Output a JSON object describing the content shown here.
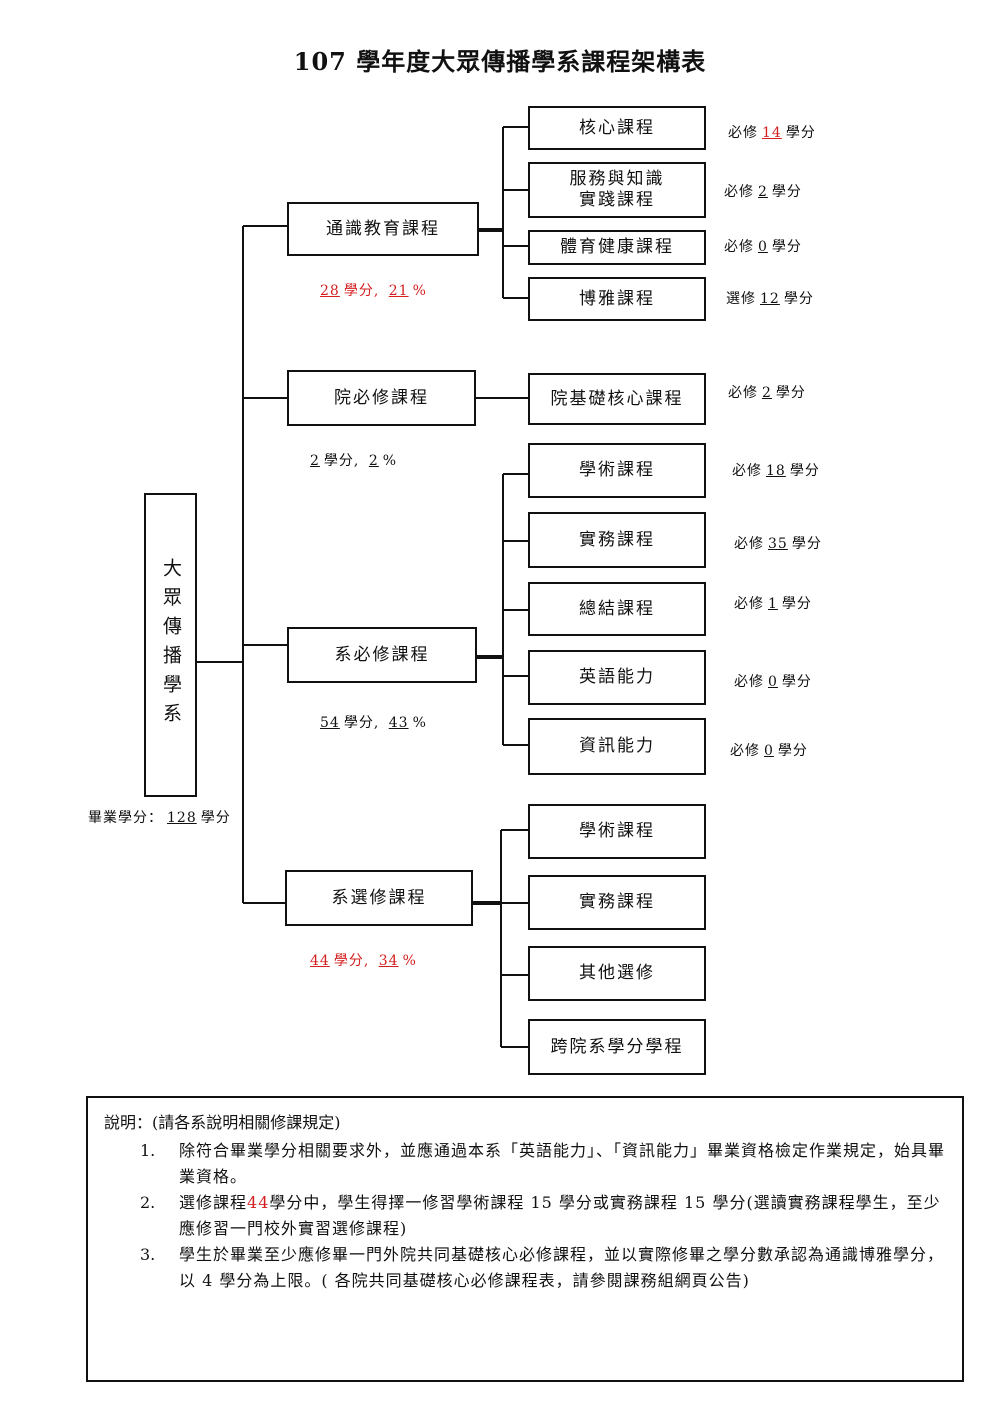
{
  "title": "107 學年度大眾傳播學系課程架構表",
  "root": {
    "label": "大眾傳播學系",
    "total_credits_label": "畢業學分：",
    "total_credits": "128",
    "credits_unit": "學分"
  },
  "categories": [
    {
      "label": "通識教育課程",
      "credits": "28",
      "percent": "21",
      "credits_sep": "學分,",
      "percent_unit": "%",
      "note_color": "red"
    },
    {
      "label": "院必修課程",
      "credits": "2",
      "percent": "2",
      "credits_sep": "學分,",
      "percent_unit": "%",
      "note_color": "black"
    },
    {
      "label": "系必修課程",
      "credits": "54",
      "percent": "43",
      "credits_sep": "學分,",
      "percent_unit": "%",
      "note_color": "black"
    },
    {
      "label": "系選修課程",
      "credits": "44",
      "percent": "34",
      "credits_sep": "學分,",
      "percent_unit": "%",
      "note_color": "red"
    }
  ],
  "leaves": [
    {
      "label": "核心課程",
      "req_prefix": "必修",
      "req_credits": "14",
      "req_unit": "學分",
      "color": "red"
    },
    {
      "label_line1": "服務與知識",
      "label_line2": "實踐課程",
      "req_prefix": "必修",
      "req_credits": "2",
      "req_unit": "學分"
    },
    {
      "label": "體育健康課程",
      "req_prefix": "必修",
      "req_credits": "0",
      "req_unit": "學分"
    },
    {
      "label": "博雅課程",
      "req_prefix": "選修",
      "req_credits": "12",
      "req_unit": "學分"
    },
    {
      "label": "院基礎核心課程",
      "req_prefix": "必修",
      "req_credits": "2",
      "req_unit": "學分"
    },
    {
      "label": "學術課程",
      "req_prefix": "必修",
      "req_credits": "18",
      "req_unit": "學分"
    },
    {
      "label": "實務課程",
      "req_prefix": "必修",
      "req_credits": "35",
      "req_unit": "學分"
    },
    {
      "label": "總結課程",
      "req_prefix": "必修",
      "req_credits": "1",
      "req_unit": "學分"
    },
    {
      "label": "英語能力",
      "req_prefix": "必修",
      "req_credits": "0",
      "req_unit": "學分"
    },
    {
      "label": "資訊能力",
      "req_prefix": "必修",
      "req_credits": "0",
      "req_unit": "學分"
    },
    {
      "label": "學術課程"
    },
    {
      "label": "實務課程"
    },
    {
      "label": "其他選修"
    },
    {
      "label": "跨院系學分學程"
    }
  ],
  "explanation": {
    "heading": "說明：(請各系說明相關修課規定)",
    "items": [
      {
        "num": "1.",
        "text": "除符合畢業學分相關要求外，並應通過本系「英語能力」、「資訊能力」畢業資格檢定作業規定，始具畢業資格。"
      },
      {
        "num": "2.",
        "text_before": "選修課程",
        "text_red": "44",
        "text_after": "學分中，學生得擇一修習學術課程 15 學分或實務課程 15 學分(選讀實務課程學生，至少應修習一門校外實習選修課程)"
      },
      {
        "num": "3.",
        "text": "學生於畢業至少應修畢一門外院共同基礎核心必修課程，並以實際修畢之學分數承認為通識博雅學分，以 4 學分為上限。( 各院共同基礎核心必修課程表，請參閱課務組網頁公告)"
      }
    ]
  },
  "colors": {
    "line": "#111111",
    "red": "#d31f1f"
  }
}
